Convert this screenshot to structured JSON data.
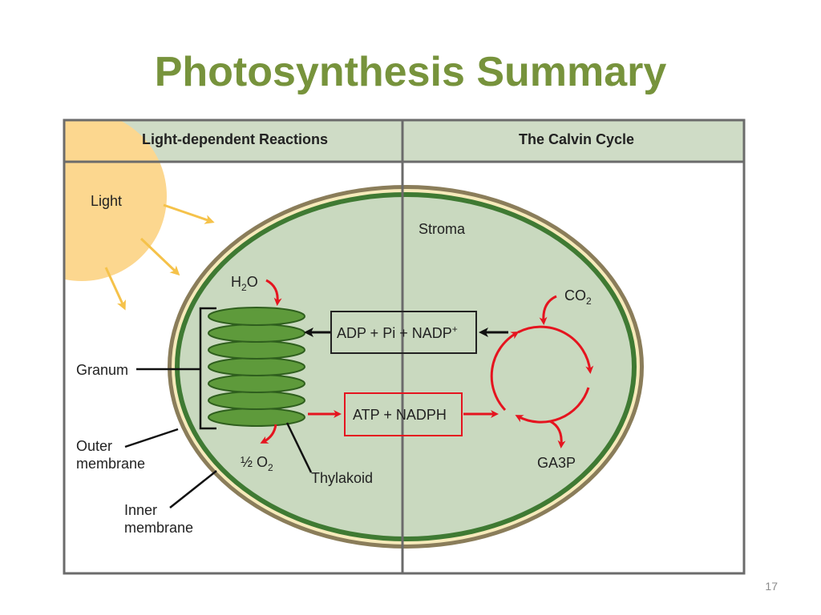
{
  "slide": {
    "title": "Photosynthesis Summary",
    "page_number": "17"
  },
  "table": {
    "left_header": "Light-dependent Reactions",
    "right_header": "The Calvin Cycle"
  },
  "labels": {
    "light": "Light",
    "stroma": "Stroma",
    "h2o_main": "H",
    "h2o_sub": "2",
    "h2o_tail": "O",
    "granum": "Granum",
    "outer_membrane_line1": "Outer",
    "outer_membrane_line2": "membrane",
    "inner_membrane_line1": "Inner",
    "inner_membrane_line2": "membrane",
    "o2_main": "½ O",
    "o2_sub": "2",
    "thylakoid": "Thylakoid",
    "adp_box": "ADP + Pi + NADP",
    "adp_sup": "+",
    "atp_box": "ATP + NADPH",
    "co2_main": "CO",
    "co2_sub": "2",
    "ga3p": "GA3P"
  },
  "colors": {
    "title": "#77933c",
    "header_bg": "#cfdcc6",
    "frame": "#6b6b6b",
    "stroma": "#c9d9bf",
    "inner_membrane": "#3f7a33",
    "outer_membrane": "#8a7d5a",
    "membrane_gap": "#f6eaba",
    "thylakoid": "#5e9a3b",
    "thylakoid_edge": "#2f5f1e",
    "sun": "#fcd78f",
    "light_arrow": "#f5c24a",
    "reaction_arrow": "#e5141f",
    "box_border_red": "#e5141f",
    "box_border_black": "#222222"
  }
}
